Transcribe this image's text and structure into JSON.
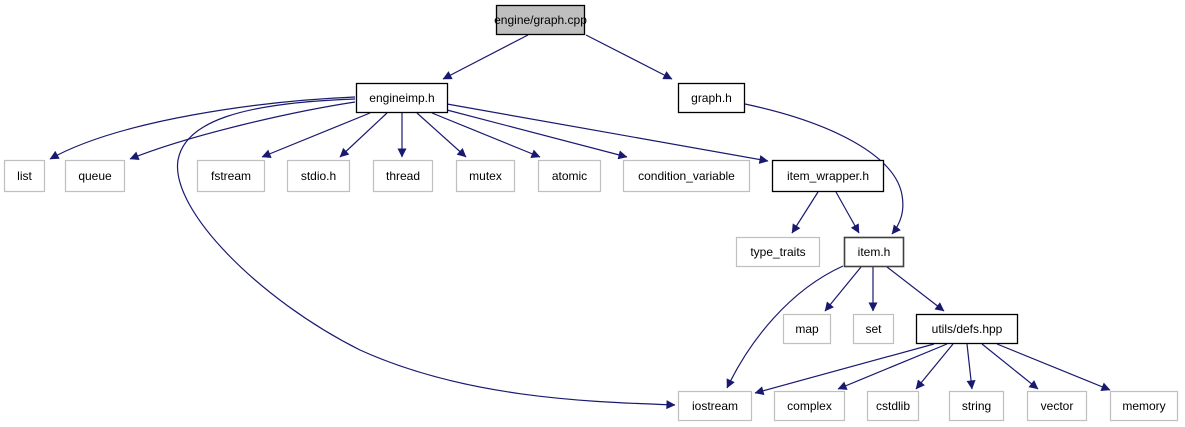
{
  "diagram": {
    "title": "engine/graph.cpp",
    "type": "include-dependency-graph",
    "colors": {
      "edge": "#191970",
      "root_fill": "#bfbfbf",
      "root_border": "#000000",
      "local_border": "#000000",
      "system_border": "#bfbfbf",
      "background": "#ffffff"
    },
    "nodes": [
      {
        "id": "graph_cpp",
        "label": "engine/graph.cpp",
        "kind": "root"
      },
      {
        "id": "engineimp_h",
        "label": "engineimp.h",
        "kind": "local"
      },
      {
        "id": "graph_h",
        "label": "graph.h",
        "kind": "local"
      },
      {
        "id": "list",
        "label": "list",
        "kind": "system"
      },
      {
        "id": "queue",
        "label": "queue",
        "kind": "system"
      },
      {
        "id": "fstream",
        "label": "fstream",
        "kind": "system"
      },
      {
        "id": "stdio_h",
        "label": "stdio.h",
        "kind": "system"
      },
      {
        "id": "thread",
        "label": "thread",
        "kind": "system"
      },
      {
        "id": "mutex",
        "label": "mutex",
        "kind": "system"
      },
      {
        "id": "atomic",
        "label": "atomic",
        "kind": "system"
      },
      {
        "id": "condition_variable",
        "label": "condition_variable",
        "kind": "system"
      },
      {
        "id": "item_wrapper_h",
        "label": "item_wrapper.h",
        "kind": "local"
      },
      {
        "id": "type_traits",
        "label": "type_traits",
        "kind": "system"
      },
      {
        "id": "item_h",
        "label": "item.h",
        "kind": "local"
      },
      {
        "id": "map",
        "label": "map",
        "kind": "system"
      },
      {
        "id": "set",
        "label": "set",
        "kind": "system"
      },
      {
        "id": "utils_defs_hpp",
        "label": "utils/defs.hpp",
        "kind": "local"
      },
      {
        "id": "iostream",
        "label": "iostream",
        "kind": "system"
      },
      {
        "id": "complex",
        "label": "complex",
        "kind": "system"
      },
      {
        "id": "cstdlib",
        "label": "cstdlib",
        "kind": "system"
      },
      {
        "id": "string",
        "label": "string",
        "kind": "system"
      },
      {
        "id": "vector",
        "label": "vector",
        "kind": "system"
      },
      {
        "id": "memory",
        "label": "memory",
        "kind": "system"
      }
    ],
    "edges": [
      {
        "from": "graph_cpp",
        "to": "engineimp_h"
      },
      {
        "from": "graph_cpp",
        "to": "graph_h"
      },
      {
        "from": "engineimp_h",
        "to": "list"
      },
      {
        "from": "engineimp_h",
        "to": "queue"
      },
      {
        "from": "engineimp_h",
        "to": "fstream"
      },
      {
        "from": "engineimp_h",
        "to": "stdio_h"
      },
      {
        "from": "engineimp_h",
        "to": "thread"
      },
      {
        "from": "engineimp_h",
        "to": "mutex"
      },
      {
        "from": "engineimp_h",
        "to": "atomic"
      },
      {
        "from": "engineimp_h",
        "to": "condition_variable"
      },
      {
        "from": "engineimp_h",
        "to": "item_wrapper_h"
      },
      {
        "from": "engineimp_h",
        "to": "iostream"
      },
      {
        "from": "graph_h",
        "to": "item_h"
      },
      {
        "from": "item_wrapper_h",
        "to": "type_traits"
      },
      {
        "from": "item_wrapper_h",
        "to": "item_h"
      },
      {
        "from": "item_h",
        "to": "iostream"
      },
      {
        "from": "item_h",
        "to": "map"
      },
      {
        "from": "item_h",
        "to": "set"
      },
      {
        "from": "item_h",
        "to": "utils_defs_hpp"
      },
      {
        "from": "utils_defs_hpp",
        "to": "iostream"
      },
      {
        "from": "utils_defs_hpp",
        "to": "complex"
      },
      {
        "from": "utils_defs_hpp",
        "to": "cstdlib"
      },
      {
        "from": "utils_defs_hpp",
        "to": "string"
      },
      {
        "from": "utils_defs_hpp",
        "to": "vector"
      },
      {
        "from": "utils_defs_hpp",
        "to": "memory"
      }
    ]
  }
}
